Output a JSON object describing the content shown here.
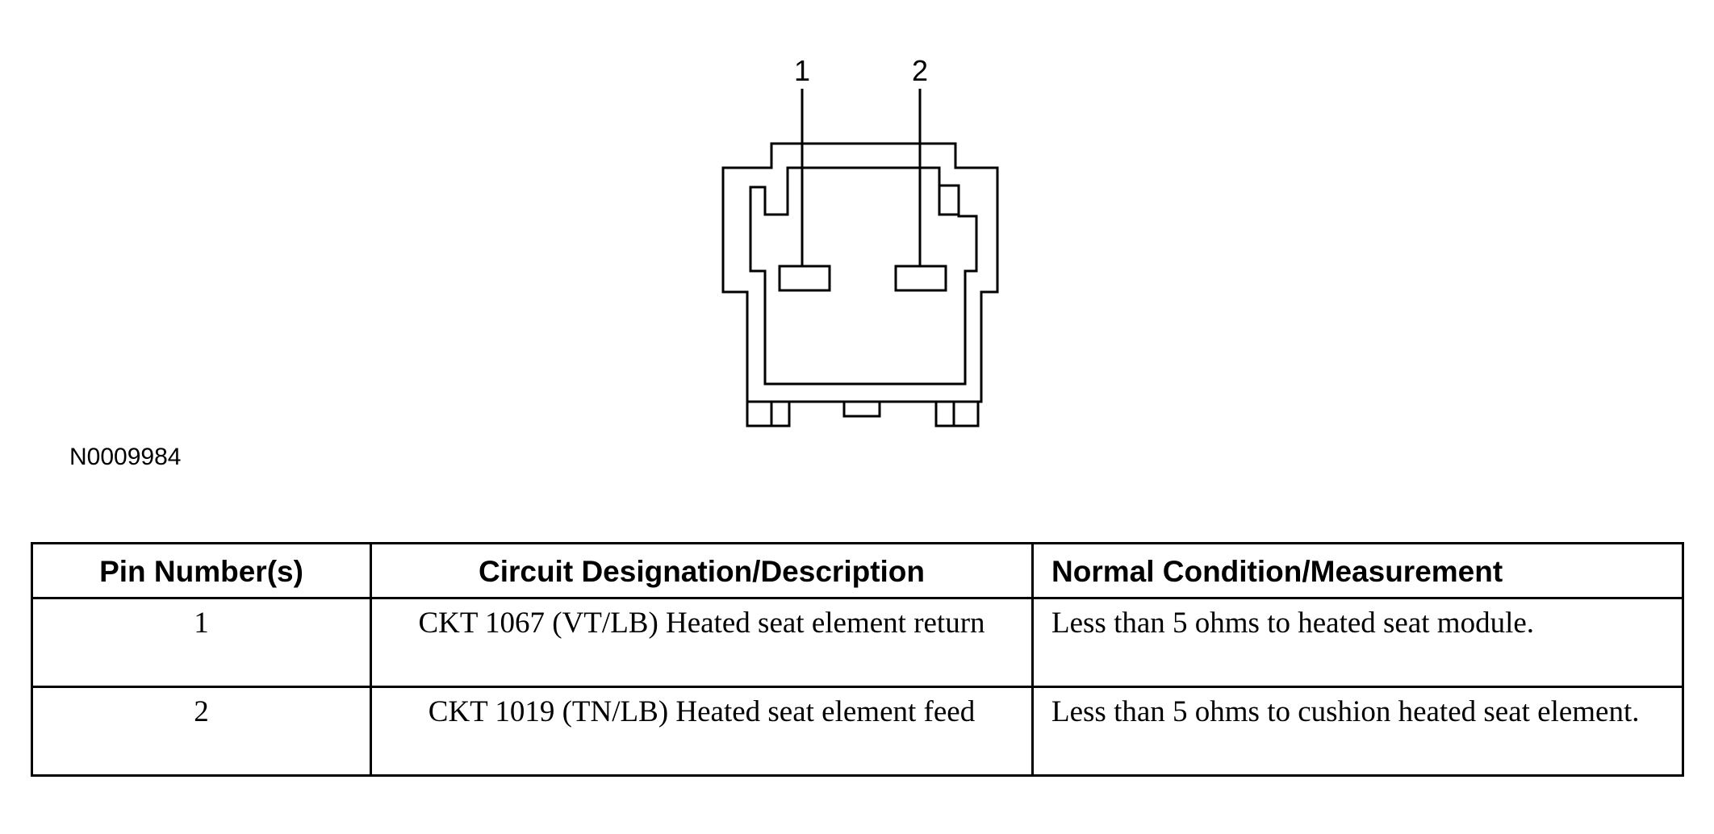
{
  "diagram": {
    "pin_labels": [
      "1",
      "2"
    ],
    "figure_id": "N0009984"
  },
  "table": {
    "headers": [
      "Pin Number(s)",
      "Circuit Designation/Description",
      "Normal Condition/Measurement"
    ],
    "rows": [
      {
        "pin": "1",
        "circuit": "CKT 1067 (VT/LB) Heated seat element return",
        "condition": "Less than 5 ohms to heated seat module."
      },
      {
        "pin": "2",
        "circuit": "CKT 1019 (TN/LB) Heated seat element feed",
        "condition": "Less than 5 ohms to cushion heated seat element."
      }
    ]
  }
}
